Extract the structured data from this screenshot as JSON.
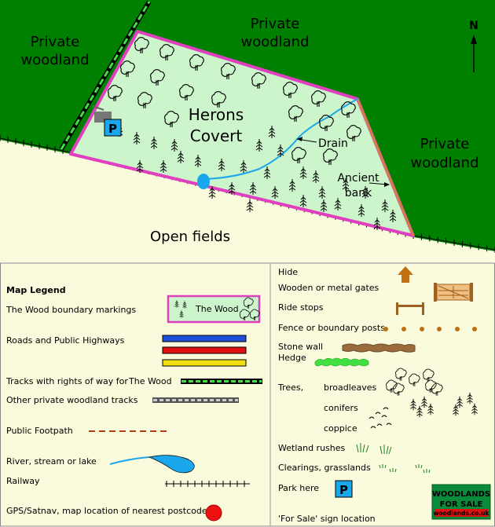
{
  "map": {
    "wood_name_line1": "Herons",
    "wood_name_line2": "Covert",
    "north_label": "N",
    "labels": {
      "nw_l1": "Private",
      "nw_l2": "woodland",
      "n_l1": "Private",
      "n_l2": "woodland",
      "e_l1": "Private",
      "e_l2": "woodland",
      "fields": "Open fields",
      "drain": "Drain",
      "bank_l1": "Ancient",
      "bank_l2": "bank"
    },
    "parking_symbol": "P"
  },
  "legend": {
    "title": "Map Legend",
    "left": {
      "boundary": "The Wood boundary markings",
      "boundary_sample": "The Wood",
      "roads": "Roads and Public Highways",
      "tracks_row": "Tracks with rights of way for",
      "tracks_row_b": "The Wood",
      "other_tracks": "Other private woodland tracks",
      "footpath": "Public Footpath",
      "river": "River, stream or lake",
      "railway": "Railway",
      "gps": "GPS/Satnav, map location of nearest postcode"
    },
    "right": {
      "hide": "Hide",
      "gates": "Wooden or metal gates",
      "ride_stops": "Ride stops",
      "fence": "Fence or boundary posts",
      "stone_wall": "Stone wall",
      "hedge": "Hedge",
      "trees": "Trees,",
      "broadleaves": "broadleaves",
      "conifers": "conifers",
      "coppice": "coppice",
      "wetland": "Wetland rushes",
      "clearings": "Clearings, grasslands",
      "park": "Park here",
      "for_sale": "'For Sale'  sign location",
      "park_symbol": "P"
    },
    "sale_sign": {
      "line1": "WOODLANDS",
      "line2": "FOR SALE",
      "url": "woodlands.co.uk"
    }
  },
  "colors": {
    "private_wood": "#008000",
    "open_field": "#fafadc",
    "the_wood": "#ccf5cc",
    "boundary": "#e040c0",
    "east_edge": "#d08040",
    "water": "#1aa7ec",
    "road_blue": "#1f4fd8",
    "road_red": "#e01010",
    "road_yellow": "#f0e010",
    "track_green": "#40e040",
    "parking": "#1aa7ec",
    "gps_dot": "#ee1111"
  }
}
